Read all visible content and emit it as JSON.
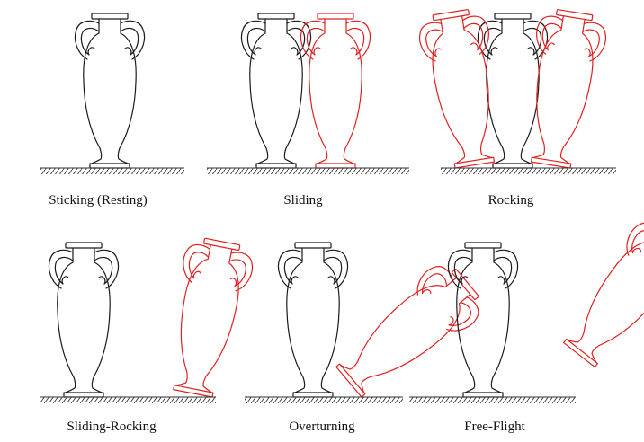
{
  "colors": {
    "at_rest": "#1a1a1a",
    "displaced": "#e02020",
    "ground": "#333333"
  },
  "panels": [
    {
      "caption": "Sticking (Resting)",
      "mode": "sticking"
    },
    {
      "caption": "Sliding",
      "mode": "sliding"
    },
    {
      "caption": "Rocking",
      "mode": "rocking"
    },
    {
      "caption": "Sliding-Rocking",
      "mode": "sliding-rocking"
    },
    {
      "caption": "Overturning",
      "mode": "overturning"
    },
    {
      "caption": "Free-Flight",
      "mode": "free-flight"
    }
  ]
}
